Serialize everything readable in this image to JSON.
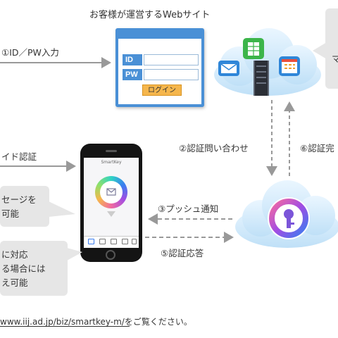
{
  "website_title": "お客様が運営するWebサイト",
  "step1_label": "①ID／PW入力",
  "login_form": {
    "id_label": "ID",
    "pw_label": "PW",
    "button_label": "ログイン"
  },
  "step2_label": "②認証問い合わせ",
  "step6_label": "⑥認証完",
  "step3_label": "③プッシュ通知",
  "step5_label": "⑤認証応答",
  "left_label": "イド認証",
  "top_right_bubble": "マ",
  "bubble_message": [
    "セージを",
    "可能"
  ],
  "bubble_support": [
    "に対応",
    "る場合には",
    "え可能"
  ],
  "footer_text": "www.iij.ad.jp/biz/smartkey-m/をご覧ください。",
  "colors": {
    "window_blue": "#4a90d6",
    "login_button": "#f5b64c",
    "arrow_gray": "#999999",
    "cloud": "#d6ecfb"
  }
}
